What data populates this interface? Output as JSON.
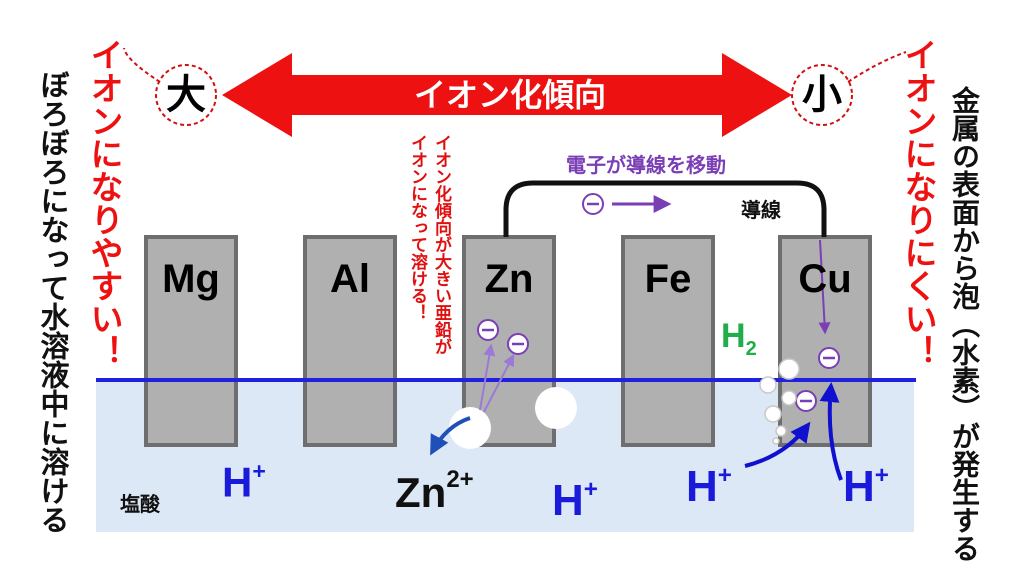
{
  "trend": {
    "title": "イオン化傾向",
    "large_label": "大",
    "small_label": "小",
    "color": "#ee1111"
  },
  "left": {
    "red_text": "イオンになりやすい！",
    "black_text": "ぼろぼろになって水溶液中に溶ける"
  },
  "right": {
    "red_text": "イオンになりにくい！",
    "black_text": "金属の表面から泡（水素）が発生する"
  },
  "metals": [
    "Mg",
    "Al",
    "Zn",
    "Fe",
    "Cu"
  ],
  "zinc_note": "イオン化傾向が大きい亜鉛がイオンになって溶ける！",
  "wire": {
    "caption": "電子が導線を移動",
    "label": "導線"
  },
  "solution": {
    "label": "塩酸",
    "color": "#dce8f5",
    "surface_color": "#2020e0"
  },
  "electron_symbol": "−",
  "hydrogen_gas": {
    "base": "H",
    "subscript": "2"
  },
  "hydrogen_ion": {
    "base": "H",
    "charge": "+"
  },
  "zinc_ion": {
    "base": "Zn",
    "charge": "2+"
  },
  "colors": {
    "electron": "#7a3fb5",
    "metal": "#b0b0b0",
    "metal_border": "#6e6e6e",
    "h2": "#1fae4a"
  }
}
